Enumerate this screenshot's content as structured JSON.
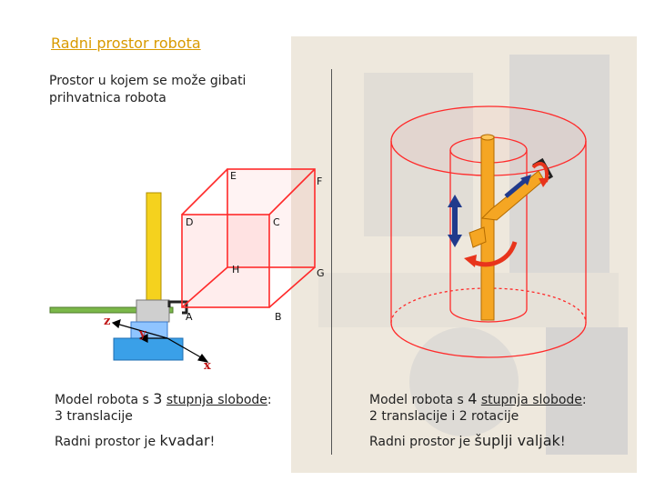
{
  "title": "Radni prostor robota",
  "intro": "Prostor u kojem se može gibati prihvatnica robota",
  "left": {
    "line1_pre": "Model robota s ",
    "line1_num": "3",
    "line1_link": "stupnja slobode",
    "line1_post": ":",
    "line2": "3 translacije",
    "result_pre": "Radni prostor je ",
    "result_word": "kvadar",
    "result_post": "!"
  },
  "right": {
    "line1_pre": "Model robota s ",
    "line1_num": "4",
    "line1_link": "stupnja slobode",
    "line1_post": ":",
    "line2": "2 translacije i 2 rotacije",
    "result_pre": "Radni prostor je ",
    "result_word": "šuplji valjak",
    "result_post": "!"
  },
  "points": {
    "A": "A",
    "B": "B",
    "C": "C",
    "D": "D",
    "E": "E",
    "F": "F",
    "G": "G",
    "H": "H"
  },
  "axes": {
    "x": "x",
    "y": "y",
    "z": "z"
  },
  "colors": {
    "title": "#d99a00",
    "cube": "#ff2a2a",
    "arm_yellow": "#f5d21e",
    "arm_orange": "#f5a623",
    "base_blue": "#3aa0e8",
    "axis_red": "#c01818",
    "arrow_blue": "#203a8c",
    "arrow_red": "#e8341c"
  }
}
